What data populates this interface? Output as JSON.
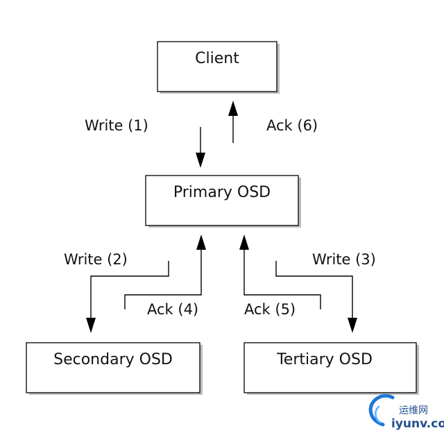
{
  "diagram": {
    "nodes": {
      "client": "Client",
      "primary": "Primary OSD",
      "secondary": "Secondary OSD",
      "tertiary": "Tertiary OSD"
    },
    "edges": {
      "write1": "Write (1)",
      "ack6": "Ack (6)",
      "write2": "Write (2)",
      "ack4": "Ack (4)",
      "write3": "Write (3)",
      "ack5": "Ack (5)"
    },
    "watermark": {
      "line1": "运维网",
      "line2": "iyunv.com",
      "accent_color": "#1f77d6"
    }
  }
}
